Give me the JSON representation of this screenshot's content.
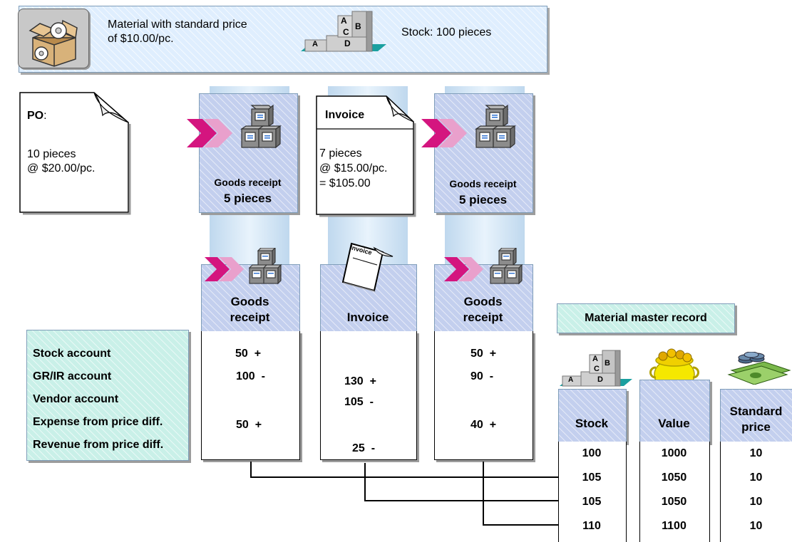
{
  "header": {
    "material_text": "Material with standard price\nof $10.00/pc.",
    "stock_text": "Stock: 100 pieces"
  },
  "abc_labels": {
    "a": "A",
    "b": "B",
    "c": "C",
    "d": "D"
  },
  "po": {
    "title": "PO",
    "colon": ":",
    "line1": "10 pieces",
    "line2": "@ $20.00/pc."
  },
  "top_steps": {
    "gr1": {
      "label": "Goods receipt",
      "qty": "5 pieces"
    },
    "invoice": {
      "title": "Invoice",
      "line1": "7 pieces",
      "line2": "@ $15.00/pc.",
      "line3": "= $105.00"
    },
    "gr2": {
      "label": "Goods receipt",
      "qty": "5 pieces"
    }
  },
  "invoice_icon_label": "Invoice",
  "accounts": [
    "Stock account",
    "GR/IR account",
    "Vendor account",
    "Expense from price diff.",
    "Revenue from price diff."
  ],
  "postings": {
    "gr1": {
      "header": "Goods\nreceipt",
      "entries": [
        "50  +",
        "100  -",
        "",
        "50  +",
        ""
      ]
    },
    "invoice": {
      "header": "Invoice",
      "entries": [
        "130  +",
        "105  -",
        "25  -"
      ]
    },
    "gr2": {
      "header": "Goods\nreceipt",
      "entries": [
        "50  +",
        "90  -",
        "",
        "40  +",
        ""
      ]
    }
  },
  "material_master": {
    "title": "Material master record",
    "headers": {
      "stock": "Stock",
      "value": "Value",
      "price": "Standard\nprice"
    },
    "stock": [
      "100",
      "105",
      "105",
      "110"
    ],
    "value": [
      "1000",
      "1050",
      "1050",
      "1100"
    ],
    "price": [
      "10",
      "10",
      "10",
      "10"
    ]
  },
  "colors": {
    "arrow": "#d4157f",
    "box_blue": "#c3cfee",
    "box_green": "#c9f0e8",
    "header_bg": "#dfeefe"
  }
}
